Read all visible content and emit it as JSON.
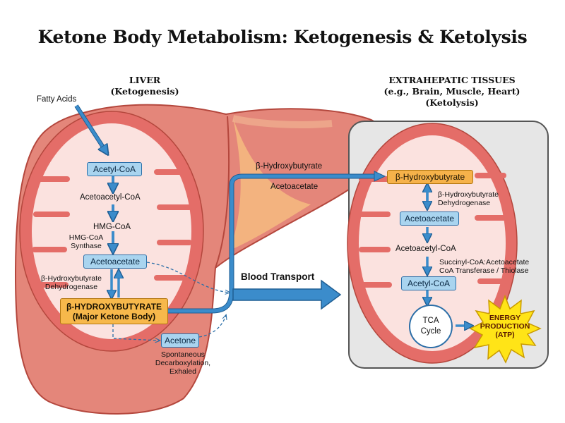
{
  "title": "Ketone Body Metabolism: Ketogenesis & Ketolysis",
  "liver": {
    "header_line1": "LIVER",
    "header_line2": "(Ketogenesis)",
    "fatty_acids": "Fatty Acids",
    "acetyl_coa": "Acetyl-CoA",
    "acetoacetyl_coa": "Acetoacetyl-CoA",
    "hmg_coa": "HMG-CoA",
    "hmg_synthase_line1": "HMG-CoA",
    "hmg_synthase_line2": "Synthase",
    "acetoacetate": "Acetoacetate",
    "bhb_dehydrogenase_line1": "β-Hydroxybutyrate",
    "bhb_dehydrogenase_line2": "Dehydrogenase",
    "bhb_major_line1": "β-HYDROXYBUTYRATE",
    "bhb_major_line2": "(Major Ketone Body)",
    "acetone": "Acetone",
    "acetone_note_line1": "Spontaneous",
    "acetone_note_line2": "Decarboxylation,",
    "acetone_note_line3": "Exhaled"
  },
  "transport": {
    "bhb": "β-Hydroxybutyrate",
    "acetoacetate": "Acetoacetate",
    "blood_transport": "Blood Transport"
  },
  "tissues": {
    "header_line1": "EXTRAHEPATIC TISSUES",
    "header_line2": "(e.g., Brain, Muscle, Heart)",
    "header_line3": "(Ketolysis)",
    "bhb": "β-Hydroxybutyrate",
    "bhb_dehydrogenase_line1": "β-Hydroxybutyrate",
    "bhb_dehydrogenase_line2": "Dehydrogenase",
    "acetoacetate": "Acetoacetate",
    "acetoacetyl_coa": "Acetoacetyl-CoA",
    "enzyme_line1": "Succinyl-CoA:Acetoacetate",
    "enzyme_line2": "CoA Transferase / Thiolase",
    "acetyl_coa": "Acetyl-CoA",
    "tca_line1": "TCA",
    "tca_line2": "Cycle",
    "energy_line1": "ENERGY",
    "energy_line2": "PRODUCTION",
    "energy_line3": "(ATP)"
  },
  "colors": {
    "liver": "#e4867a",
    "mitochondria_outer": "#e46d68",
    "mitochondria_inner": "#fbe2df",
    "arrow_blue": "#3b8ccb",
    "box_blue": "#a9d4ef",
    "gold": "#f7b84b",
    "starburst": "#ffe417",
    "tissue_box": "#e6e6e6"
  }
}
